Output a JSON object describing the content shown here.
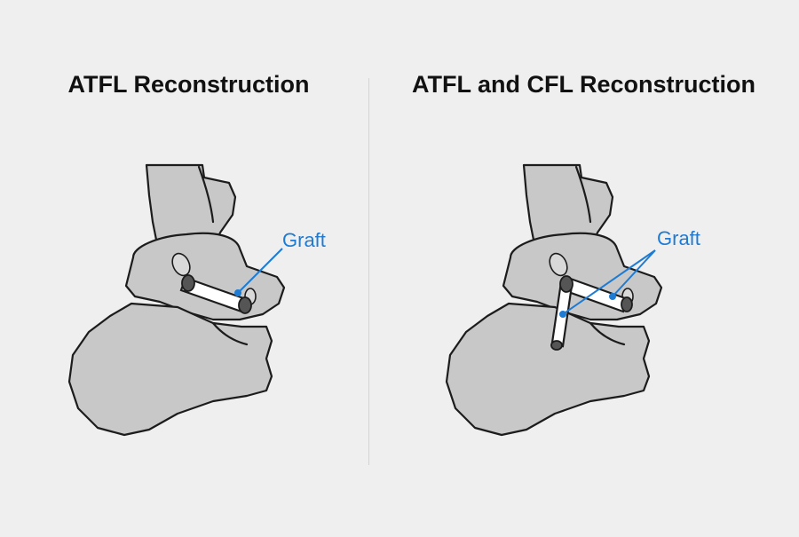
{
  "panels": [
    {
      "title": "ATFL Reconstruction",
      "graft_label": "Graft"
    },
    {
      "title": "ATFL and CFL Reconstruction",
      "graft_label": "Graft"
    }
  ],
  "colors": {
    "background": "#efefef",
    "bone_fill": "#c8c8c8",
    "outline": "#1c1c1c",
    "graft_fill": "#ffffff",
    "label_blue": "#1e7bd3",
    "divider": "#d4d4d4"
  }
}
